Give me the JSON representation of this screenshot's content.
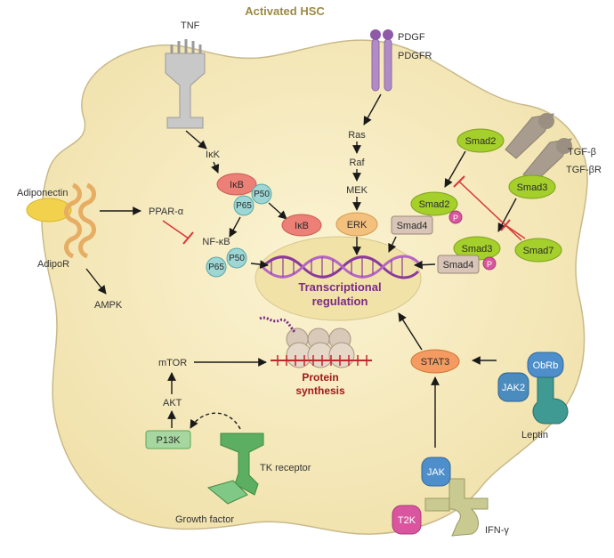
{
  "title": "Activated HSC",
  "colors": {
    "cell_fill": "#f6ebbf",
    "cell_stroke": "#c9b98a",
    "nucleus_fill": "#f1e3a7",
    "receptor_grey": "#c8c8c8",
    "smad_green": "#a5cf2b",
    "teal": "#9dd6d4",
    "red_inhibit": "#d8363b",
    "purple_text": "#7a2a87",
    "dark_red_text": "#a01919",
    "ikb_red": "#ec7f76",
    "erk_orange": "#f4c07e",
    "stat3_orange": "#f59b62",
    "pink": "#d9569e",
    "blue": "#4e8fcb",
    "jak2_blue": "#4b8cbf",
    "leptin_teal": "#3e9a93",
    "green_rect": "#a6d7a0",
    "tk_green": "#5cae62",
    "ifn_khaki": "#c9c992",
    "adipo_orange": "#e6ad63"
  },
  "labels": {
    "tnf": "TNF",
    "pdgf": "PDGF",
    "pdgfr": "PDGFR",
    "tgfb": "TGF-β",
    "tgfbr": "TGF-βR",
    "adiponectin": "Adiponectin",
    "adipor": "AdipoR",
    "ikk": "IκK",
    "ppar": "PPAR-α",
    "ampk": "AMPK",
    "nfkb": "NF-κB",
    "ras": "Ras",
    "raf": "Raf",
    "mek": "MEK",
    "mtor": "mTOR",
    "akt": "AKT",
    "tk_receptor": "TK receptor",
    "growth_factor": "Growth factor",
    "leptin": "Leptin",
    "ifng": "IFN-γ",
    "transcription_line1": "Transcriptional",
    "transcription_line2": "regulation",
    "protein_line1": "Protein",
    "protein_line2": "synthesis"
  },
  "nodes": {
    "ikb_top": "IκB",
    "p50": "P50",
    "p65": "P65",
    "ikb_free": "IκB",
    "p50_nfkb": "P50",
    "p65_nfkb": "P65",
    "erk": "ERK",
    "smad2_receptor": "Smad2",
    "smad3_receptor": "Smad3",
    "smad2_complex": "Smad2",
    "smad4_top": "Smad4",
    "smad3_complex": "Smad3",
    "smad4_bottom": "Smad4",
    "smad7": "Smad7",
    "p_badge1": "P",
    "p_badge2": "P",
    "stat3": "STAT3",
    "obrb": "ObRb",
    "jak2": "JAK2",
    "jak": "JAK",
    "t2k": "T2K",
    "p13k": "P13K"
  },
  "pathways": [
    {
      "from": "TNF",
      "to": "IκK",
      "type": "activates"
    },
    {
      "from": "IκK",
      "to": "IκB",
      "type": "activates"
    },
    {
      "from": "IκB",
      "to": "IκB",
      "type": "releases"
    },
    {
      "from": "P65/P50",
      "to": "NF-κB",
      "type": "activates"
    },
    {
      "from": "NF-κB",
      "to": "Transcriptional regulation",
      "type": "activates"
    },
    {
      "from": "Adiponectin",
      "to": "PPAR-α",
      "type": "activates"
    },
    {
      "from": "PPAR-α",
      "to": "NF-κB",
      "type": "inhibits"
    },
    {
      "from": "AdipoR",
      "to": "AMPK",
      "type": "activates"
    },
    {
      "from": "PDGFR",
      "to": "Ras",
      "type": "activates"
    },
    {
      "from": "Ras",
      "to": "Raf",
      "type": "activates"
    },
    {
      "from": "Raf",
      "to": "MEK",
      "type": "activates"
    },
    {
      "from": "MEK",
      "to": "ERK",
      "type": "activates"
    },
    {
      "from": "ERK",
      "to": "Transcriptional regulation",
      "type": "activates"
    },
    {
      "from": "Smad2",
      "to": "Smad2/Smad4",
      "type": "activates"
    },
    {
      "from": "Smad3",
      "to": "Smad3/Smad4",
      "type": "activates"
    },
    {
      "from": "Smad7",
      "to": "Smad2",
      "type": "inhibits"
    },
    {
      "from": "Smad7",
      "to": "Smad3",
      "type": "inhibits"
    },
    {
      "from": "Smad2/Smad4",
      "to": "Transcriptional regulation",
      "type": "activates"
    },
    {
      "from": "Smad3/Smad4",
      "to": "Transcriptional regulation",
      "type": "activates"
    },
    {
      "from": "ObRb",
      "to": "STAT3",
      "type": "activates"
    },
    {
      "from": "JAK",
      "to": "STAT3",
      "type": "activates"
    },
    {
      "from": "STAT3",
      "to": "Transcriptional regulation",
      "type": "activates"
    },
    {
      "from": "TK receptor",
      "to": "P13K",
      "type": "activates"
    },
    {
      "from": "P13K",
      "to": "AKT",
      "type": "activates"
    },
    {
      "from": "AKT",
      "to": "mTOR",
      "type": "activates"
    },
    {
      "from": "mTOR",
      "to": "Protein synthesis",
      "type": "activates"
    }
  ]
}
